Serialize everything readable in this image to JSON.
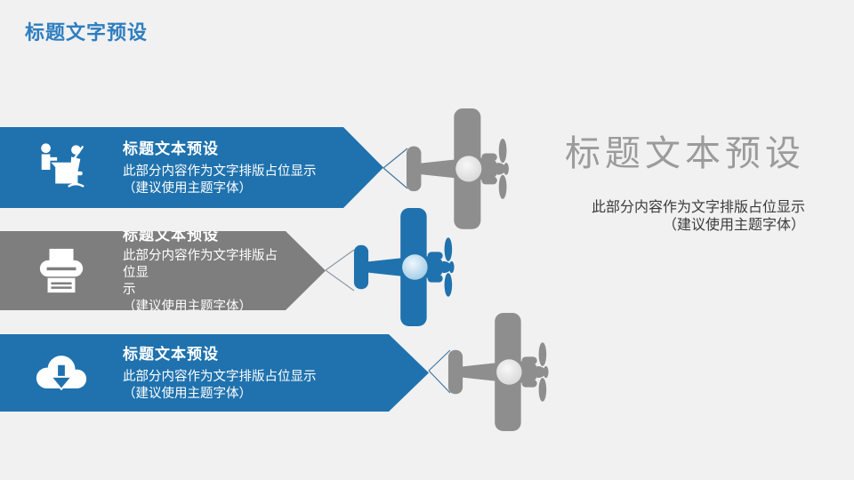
{
  "slide": {
    "background": "#F1F1F2"
  },
  "header": {
    "title": "标题文字预设",
    "color": "#2E7EC0"
  },
  "banners": [
    {
      "icon": "meeting-icon",
      "title": "标题文本预设",
      "body": [
        "此部分内容作为文字排版占位显示",
        "（建议使用主题字体）"
      ],
      "color": "#1F72AE"
    },
    {
      "icon": "printer-icon",
      "title": "标题文本预设",
      "body": [
        "此部分内容作为文字排版占位显",
        "示",
        "（建议使用主题字体）"
      ],
      "color": "#7E7E7E"
    },
    {
      "icon": "cloud-download-icon",
      "title": "标题文本预设",
      "body": [
        "此部分内容作为文字排版占位显示",
        "（建议使用主题字体）"
      ],
      "color": "#1F72AE"
    }
  ],
  "aside": {
    "title": "标题文本预设",
    "title_color": "#9B9B9B",
    "body": [
      "此部分内容作为文字排版占位显示",
      "（建议使用主题字体）"
    ]
  },
  "planes": [
    {
      "name": "airplane-top",
      "color": "#8E8E8E"
    },
    {
      "name": "airplane-middle",
      "color": "#1F72AE"
    },
    {
      "name": "airplane-bottom",
      "color": "#8E8E8E"
    }
  ]
}
